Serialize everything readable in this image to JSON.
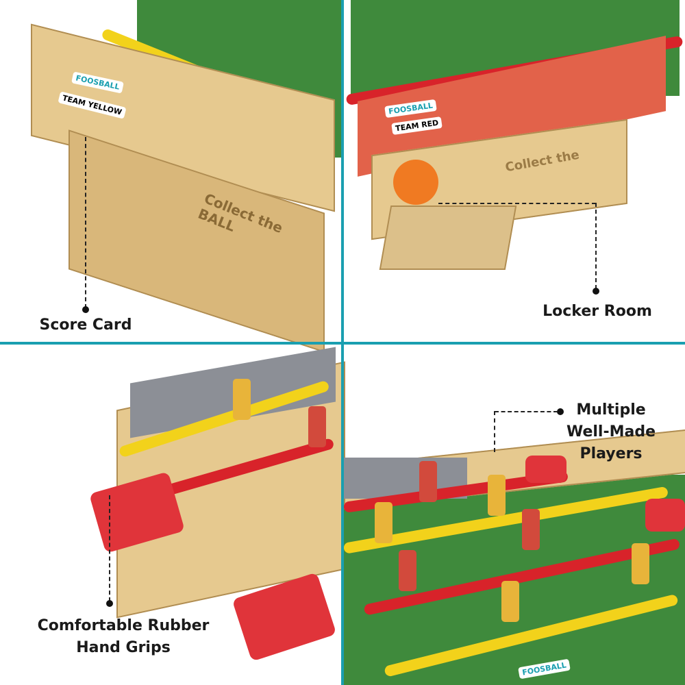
{
  "colors": {
    "divider": "#1a9fb0",
    "wood": "#e6c98f",
    "field": "#3f8a3c",
    "rod_yellow": "#f2d21b",
    "rod_red": "#d8232a"
  },
  "panels": [
    {
      "label": "Score Card",
      "sticker_brand": "FOOSBALL",
      "sticker_team": "TEAM YELLOW",
      "engraving": "Collect the BALL"
    },
    {
      "label": "Locker Room",
      "sticker_brand": "FOOSBALL",
      "sticker_team": "TEAM RED",
      "engraving": "Collect the"
    },
    {
      "label_lines": [
        "Comfortable Rubber",
        "Hand Grips"
      ]
    },
    {
      "label_lines": [
        "Multiple",
        "Well-Made",
        "Players"
      ],
      "sticker_brand": "FOOSBALL"
    }
  ]
}
